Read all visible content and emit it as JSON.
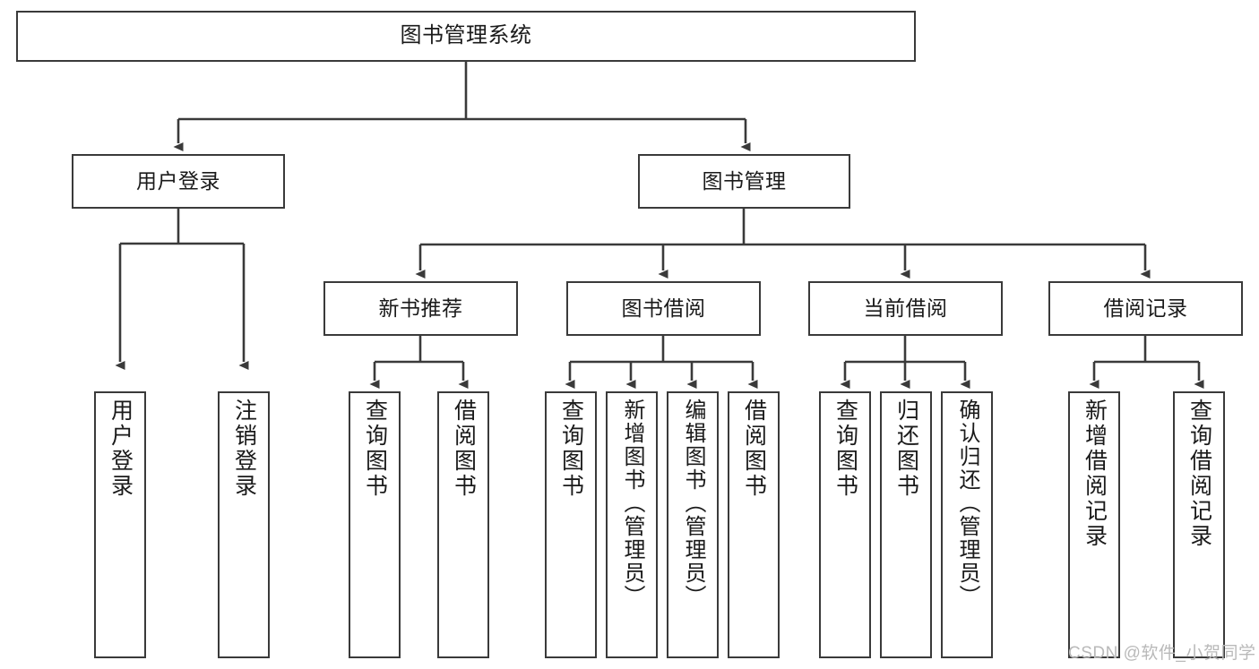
{
  "diagram": {
    "type": "tree",
    "title_node": "图书管理系统",
    "watermark": "CSDN @软件_小贺同学",
    "colors": {
      "stroke": "#3a3a3a",
      "fill": "#ffffff",
      "text": "#1a1a1a",
      "watermark": "#b9b9b9"
    },
    "levels": {
      "root": [
        "图书管理系统"
      ],
      "level2": [
        "用户登录",
        "图书管理"
      ],
      "level3": [
        "新书推荐",
        "图书借阅",
        "当前借阅",
        "借阅记录"
      ],
      "leaves": [
        "用户登录",
        "注销登录",
        "查询图书",
        "借阅图书",
        "查询图书",
        "新增图书（管理员）",
        "编辑图书（管理员）",
        "借阅图书",
        "查询图书",
        "归还图书",
        "确认归还（管理员）",
        "新增借阅记录",
        "查询借阅记录"
      ]
    },
    "nodes": {
      "root": {
        "label": "图书管理系统"
      },
      "user_login": {
        "label": "用户登录"
      },
      "book_mgmt": {
        "label": "图书管理"
      },
      "new_book_rec": {
        "label": "新书推荐"
      },
      "book_borrow": {
        "label": "图书借阅"
      },
      "current_borrow": {
        "label": "当前借阅"
      },
      "borrow_record": {
        "label": "借阅记录"
      },
      "leaf_user_login": {
        "label": "用户登录"
      },
      "leaf_logout": {
        "label": "注销登录"
      },
      "leaf_query_book_1": {
        "label": "查询图书"
      },
      "leaf_borrow_book_1": {
        "label": "借阅图书"
      },
      "leaf_query_book_2": {
        "label": "查询图书"
      },
      "leaf_add_book_admin": {
        "label": "新增图书（管理员）"
      },
      "leaf_edit_book_admin": {
        "label": "编辑图书（管理员）"
      },
      "leaf_borrow_book_2": {
        "label": "借阅图书"
      },
      "leaf_query_book_3": {
        "label": "查询图书"
      },
      "leaf_return_book": {
        "label": "归还图书"
      },
      "leaf_confirm_return_admin": {
        "label": "确认归还（管理员）"
      },
      "leaf_add_borrow_record": {
        "label": "新增借阅记录"
      },
      "leaf_query_borrow_record": {
        "label": "查询借阅记录"
      }
    }
  }
}
